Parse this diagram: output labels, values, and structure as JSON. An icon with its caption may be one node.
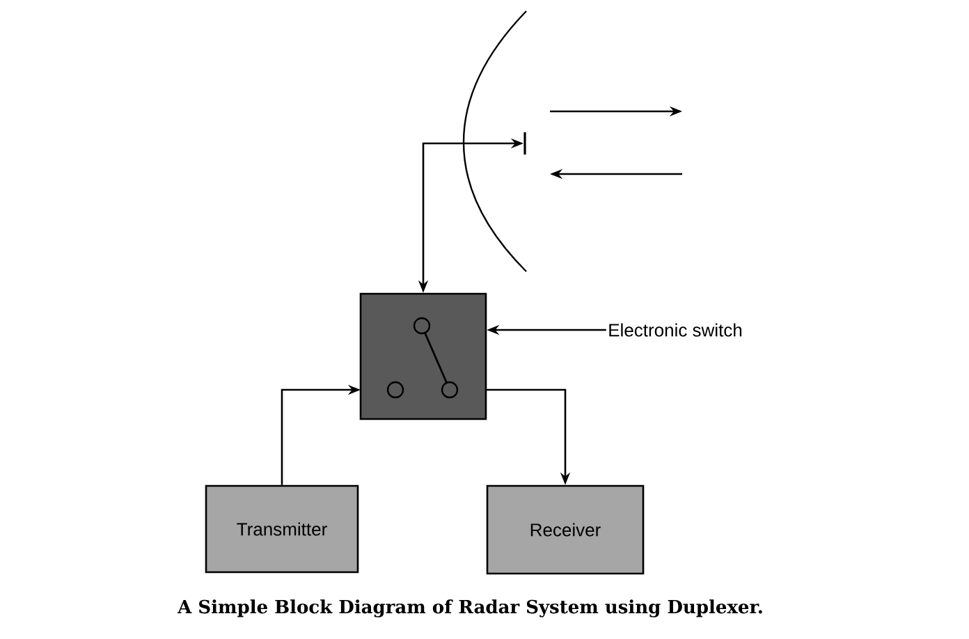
{
  "diagram": {
    "caption": "A Simple Block Diagram of Radar System using Duplexer.",
    "nodes": [
      {
        "text": [],
        "shape": "box"
      },
      {
        "text": [
          "Transmitter"
        ]
      },
      {
        "text": [
          "Receiver"
        ]
      },
      {
        "text": [],
        "shape": "bar"
      },
      {
        "text": [
          "Electronic switch"
        ]
      }
    ],
    "edges": [
      {
        "from": 1,
        "to": 0,
        "arrow": "to"
      },
      {
        "from": 0,
        "to": 2,
        "arrow": "to"
      },
      {
        "from": 0,
        "to": 3,
        "arrow": "both"
      },
      {
        "from": 4,
        "to": 0,
        "arrow": "to"
      }
    ]
  }
}
